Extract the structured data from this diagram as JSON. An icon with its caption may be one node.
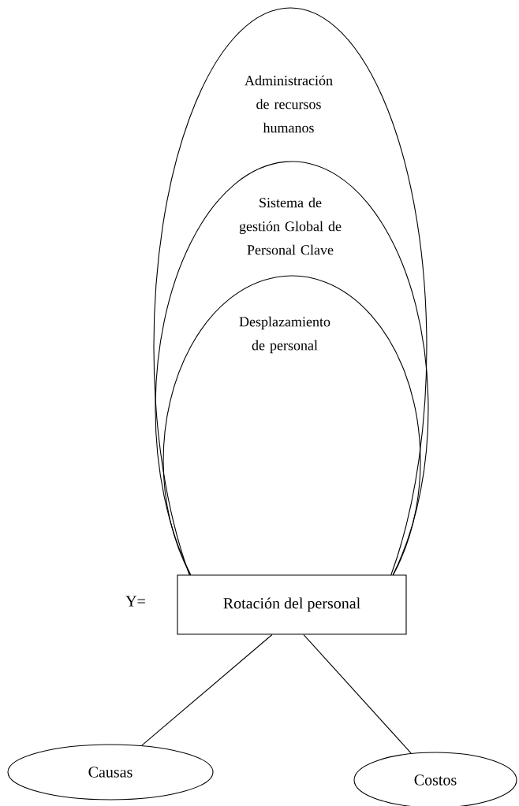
{
  "diagram": {
    "nodes": [
      {
        "text": [
          "Administración de recursos humanos"
        ]
      },
      {
        "text": [
          "Sistema de gestión Global de Personal Clave"
        ],
        "in": 0
      },
      {
        "text": [
          "Desplazamiento de personal"
        ],
        "in": 1
      },
      {
        "text": [
          "Rotación del personal"
        ]
      },
      {
        "text": [
          "Causas"
        ]
      },
      {
        "text": [
          "Costos"
        ]
      }
    ],
    "edges": [
      {
        "from": 3,
        "to": 4,
        "arrow": "none"
      },
      {
        "from": 3,
        "to": 5,
        "arrow": "none"
      }
    ],
    "labels": [
      "Y="
    ]
  }
}
